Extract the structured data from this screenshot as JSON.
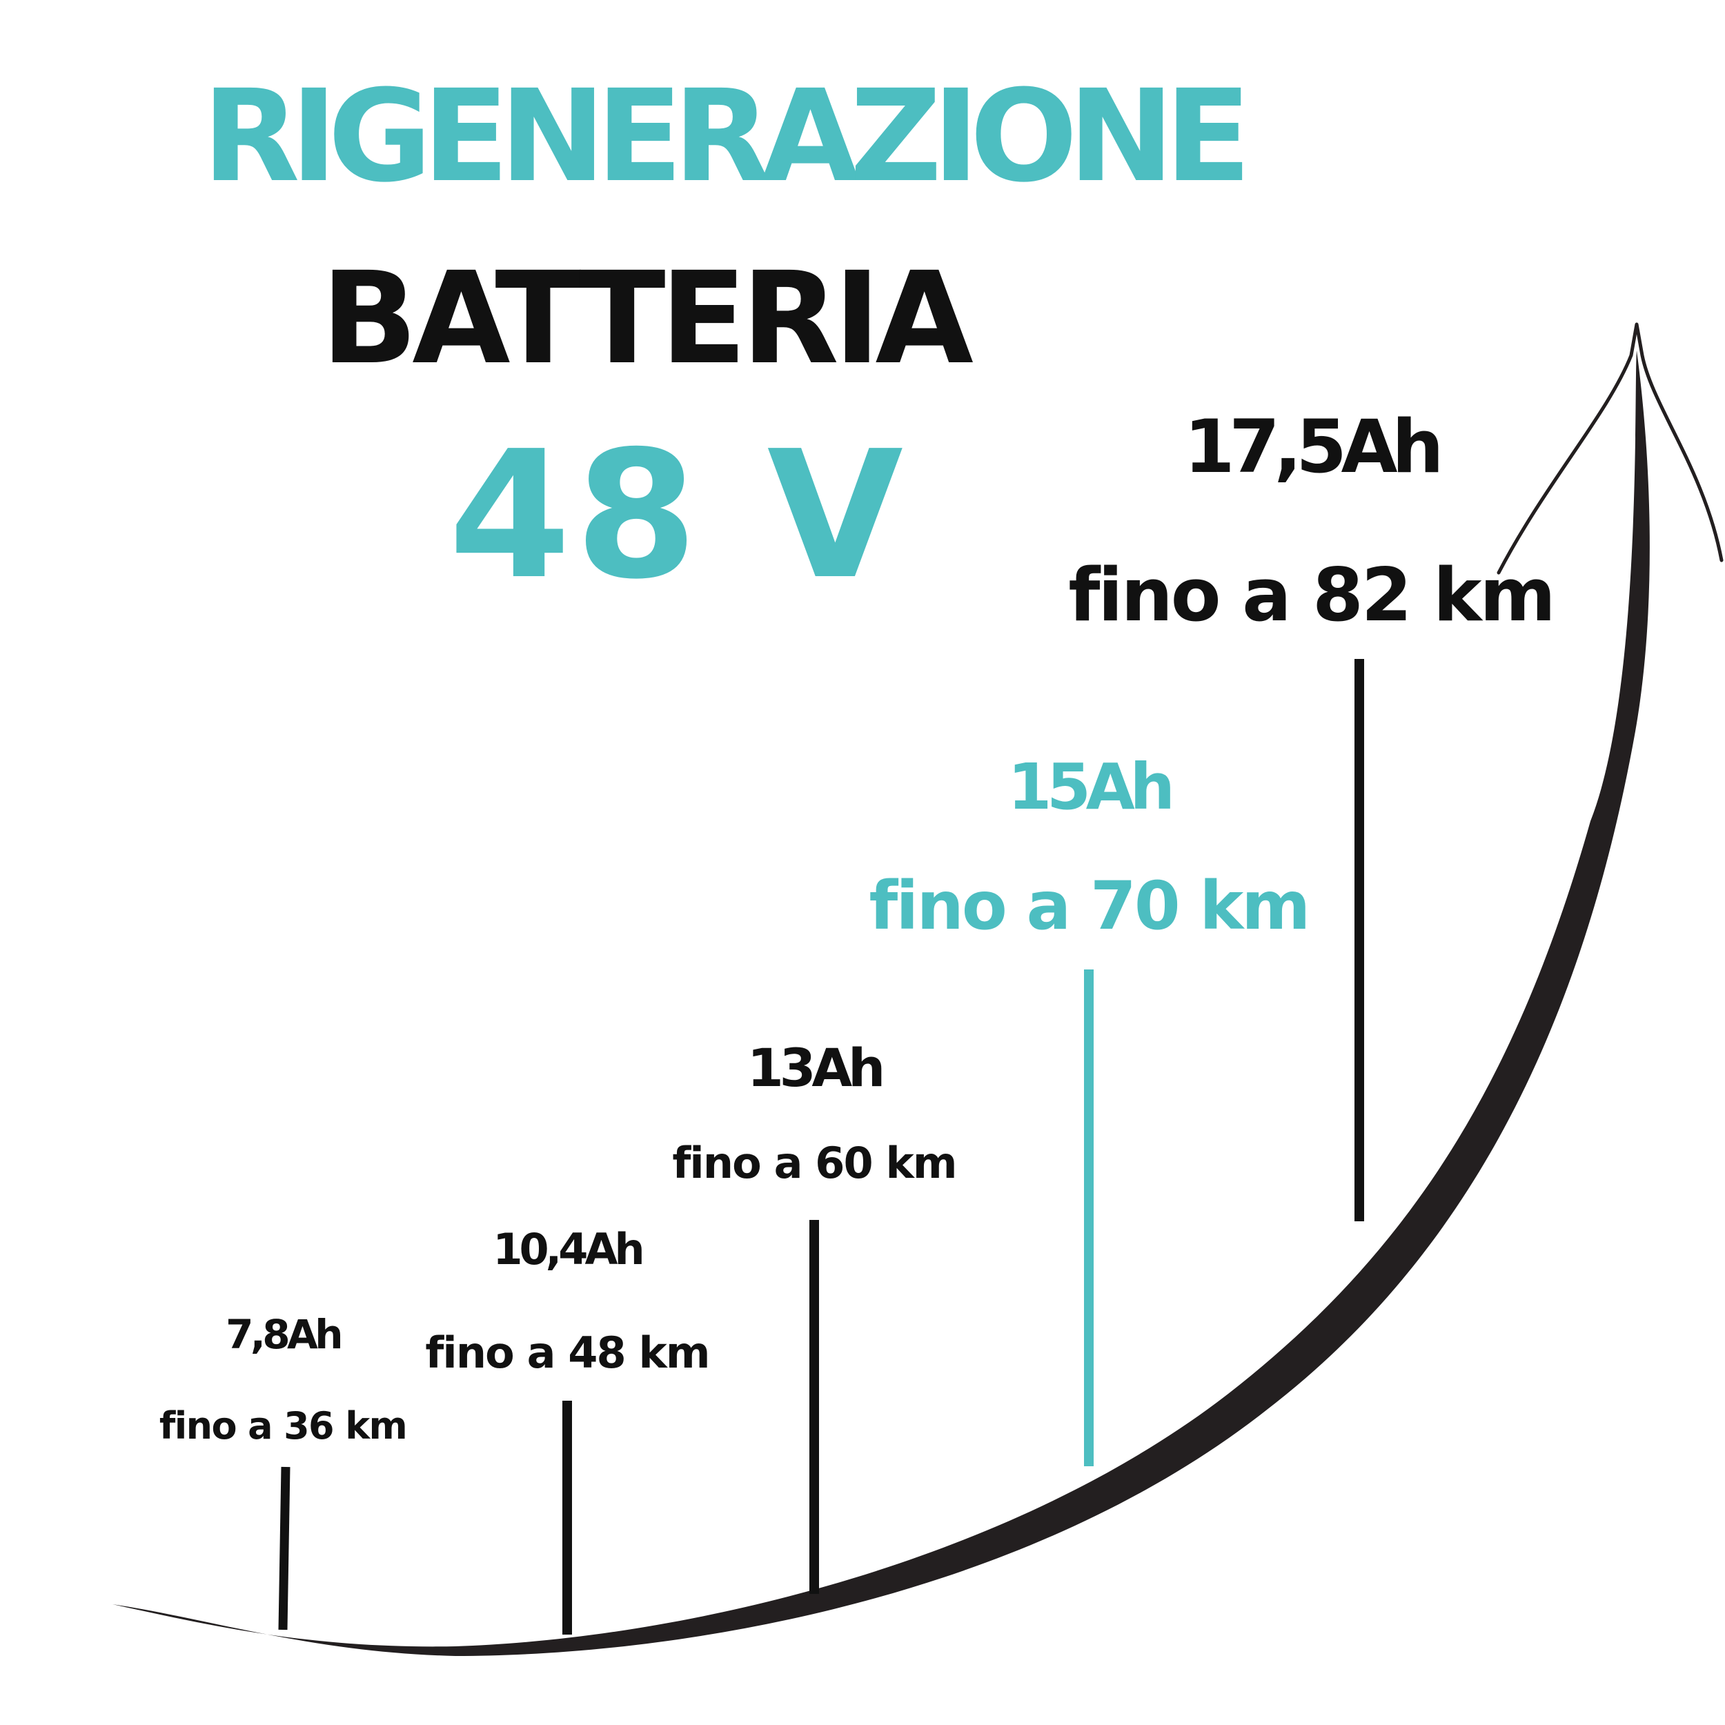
{
  "colors": {
    "accent": "#4dbec1",
    "dark": "#111111",
    "curve": "#231f20",
    "background": "#ffffff"
  },
  "title": {
    "line1": "RIGENERAZIONE",
    "line2": "BATTERIA",
    "line3": "48 V"
  },
  "options": [
    {
      "capacity": "7,8Ah",
      "range": "fino a 36 km",
      "highlight": false
    },
    {
      "capacity": "10,4Ah",
      "range": "fino a 48 km",
      "highlight": false
    },
    {
      "capacity": "13Ah",
      "range": "fino a 60 km",
      "highlight": false
    },
    {
      "capacity": "15Ah",
      "range": "fino a 70 km",
      "highlight": true
    },
    {
      "capacity": "17,5Ah",
      "range": "fino a 82 km",
      "highlight": false
    }
  ]
}
